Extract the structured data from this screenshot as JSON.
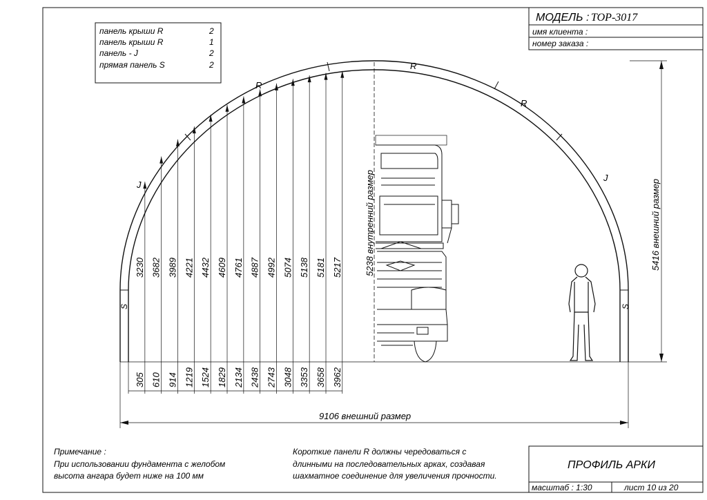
{
  "title_block": {
    "model_label": "МОДЕЛЬ :",
    "model_value": "TOP-3017",
    "client_label": "имя клиента :",
    "order_label": "номер заказа :"
  },
  "panel_legend": [
    {
      "name": "панель крыши R",
      "qty": "2"
    },
    {
      "name": "панель крыши R",
      "qty": "1"
    },
    {
      "name": "панель - J",
      "qty": "2"
    },
    {
      "name": "прямая панель S",
      "qty": "2"
    }
  ],
  "arch_labels": {
    "r_top": "R",
    "r_left": "R",
    "r_right": "R",
    "j_left": "J",
    "j_right": "J",
    "s_left": "S",
    "s_right": "S"
  },
  "dimensions": {
    "heights": [
      "3230",
      "3682",
      "3989",
      "4221",
      "4432",
      "4609",
      "4761",
      "4887",
      "4992",
      "5074",
      "5138",
      "5181",
      "5217"
    ],
    "offsets": [
      "305",
      "610",
      "914",
      "1219",
      "1524",
      "1829",
      "2134",
      "2438",
      "2743",
      "3048",
      "3353",
      "3658",
      "3962"
    ],
    "inner_height": "5238 внутренний размер",
    "outer_height": "5416 внешний размер",
    "outer_width": "9106 внешний размер"
  },
  "notes": {
    "note_title": "Примечание :",
    "note_line1": "При использовании фундамента с желобом",
    "note_line2": "высота ангара будет ниже на  100 мм",
    "panels_line1": "Короткие панели R должны чередоваться с",
    "panels_line2": "длинными на последовательных арках, создавая",
    "panels_line3": "шахматное соединение для увеличения прочности."
  },
  "footer": {
    "sheet_title": "ПРОФИЛЬ АРКИ",
    "scale": "масштаб : 1:30",
    "sheet": "лист  10  из  20"
  }
}
